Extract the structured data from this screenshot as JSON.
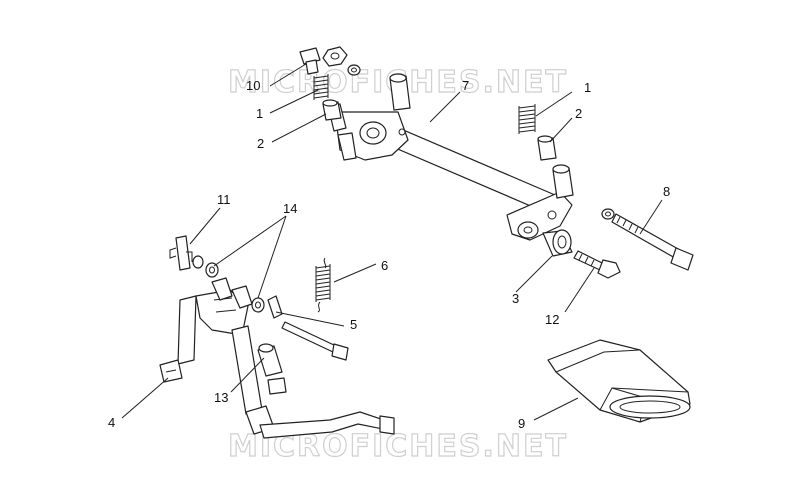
{
  "watermark": {
    "top_text": "MICROFICHES.NET",
    "bottom_text": "MICROFICHES.NET",
    "color": "#cfcfcf"
  },
  "callouts": [
    {
      "id": "c10a",
      "label": "10"
    },
    {
      "id": "c1a",
      "label": "1"
    },
    {
      "id": "c2a",
      "label": "2"
    },
    {
      "id": "c7",
      "label": "7"
    },
    {
      "id": "c1b",
      "label": "1"
    },
    {
      "id": "c2b",
      "label": "2"
    },
    {
      "id": "c8",
      "label": "8"
    },
    {
      "id": "c3",
      "label": "3"
    },
    {
      "id": "c12",
      "label": "12"
    },
    {
      "id": "c11",
      "label": "11"
    },
    {
      "id": "c14",
      "label": "14"
    },
    {
      "id": "c6",
      "label": "6"
    },
    {
      "id": "c5",
      "label": "5"
    },
    {
      "id": "c13",
      "label": "13"
    },
    {
      "id": "c4",
      "label": "4"
    },
    {
      "id": "c9",
      "label": "9"
    }
  ]
}
